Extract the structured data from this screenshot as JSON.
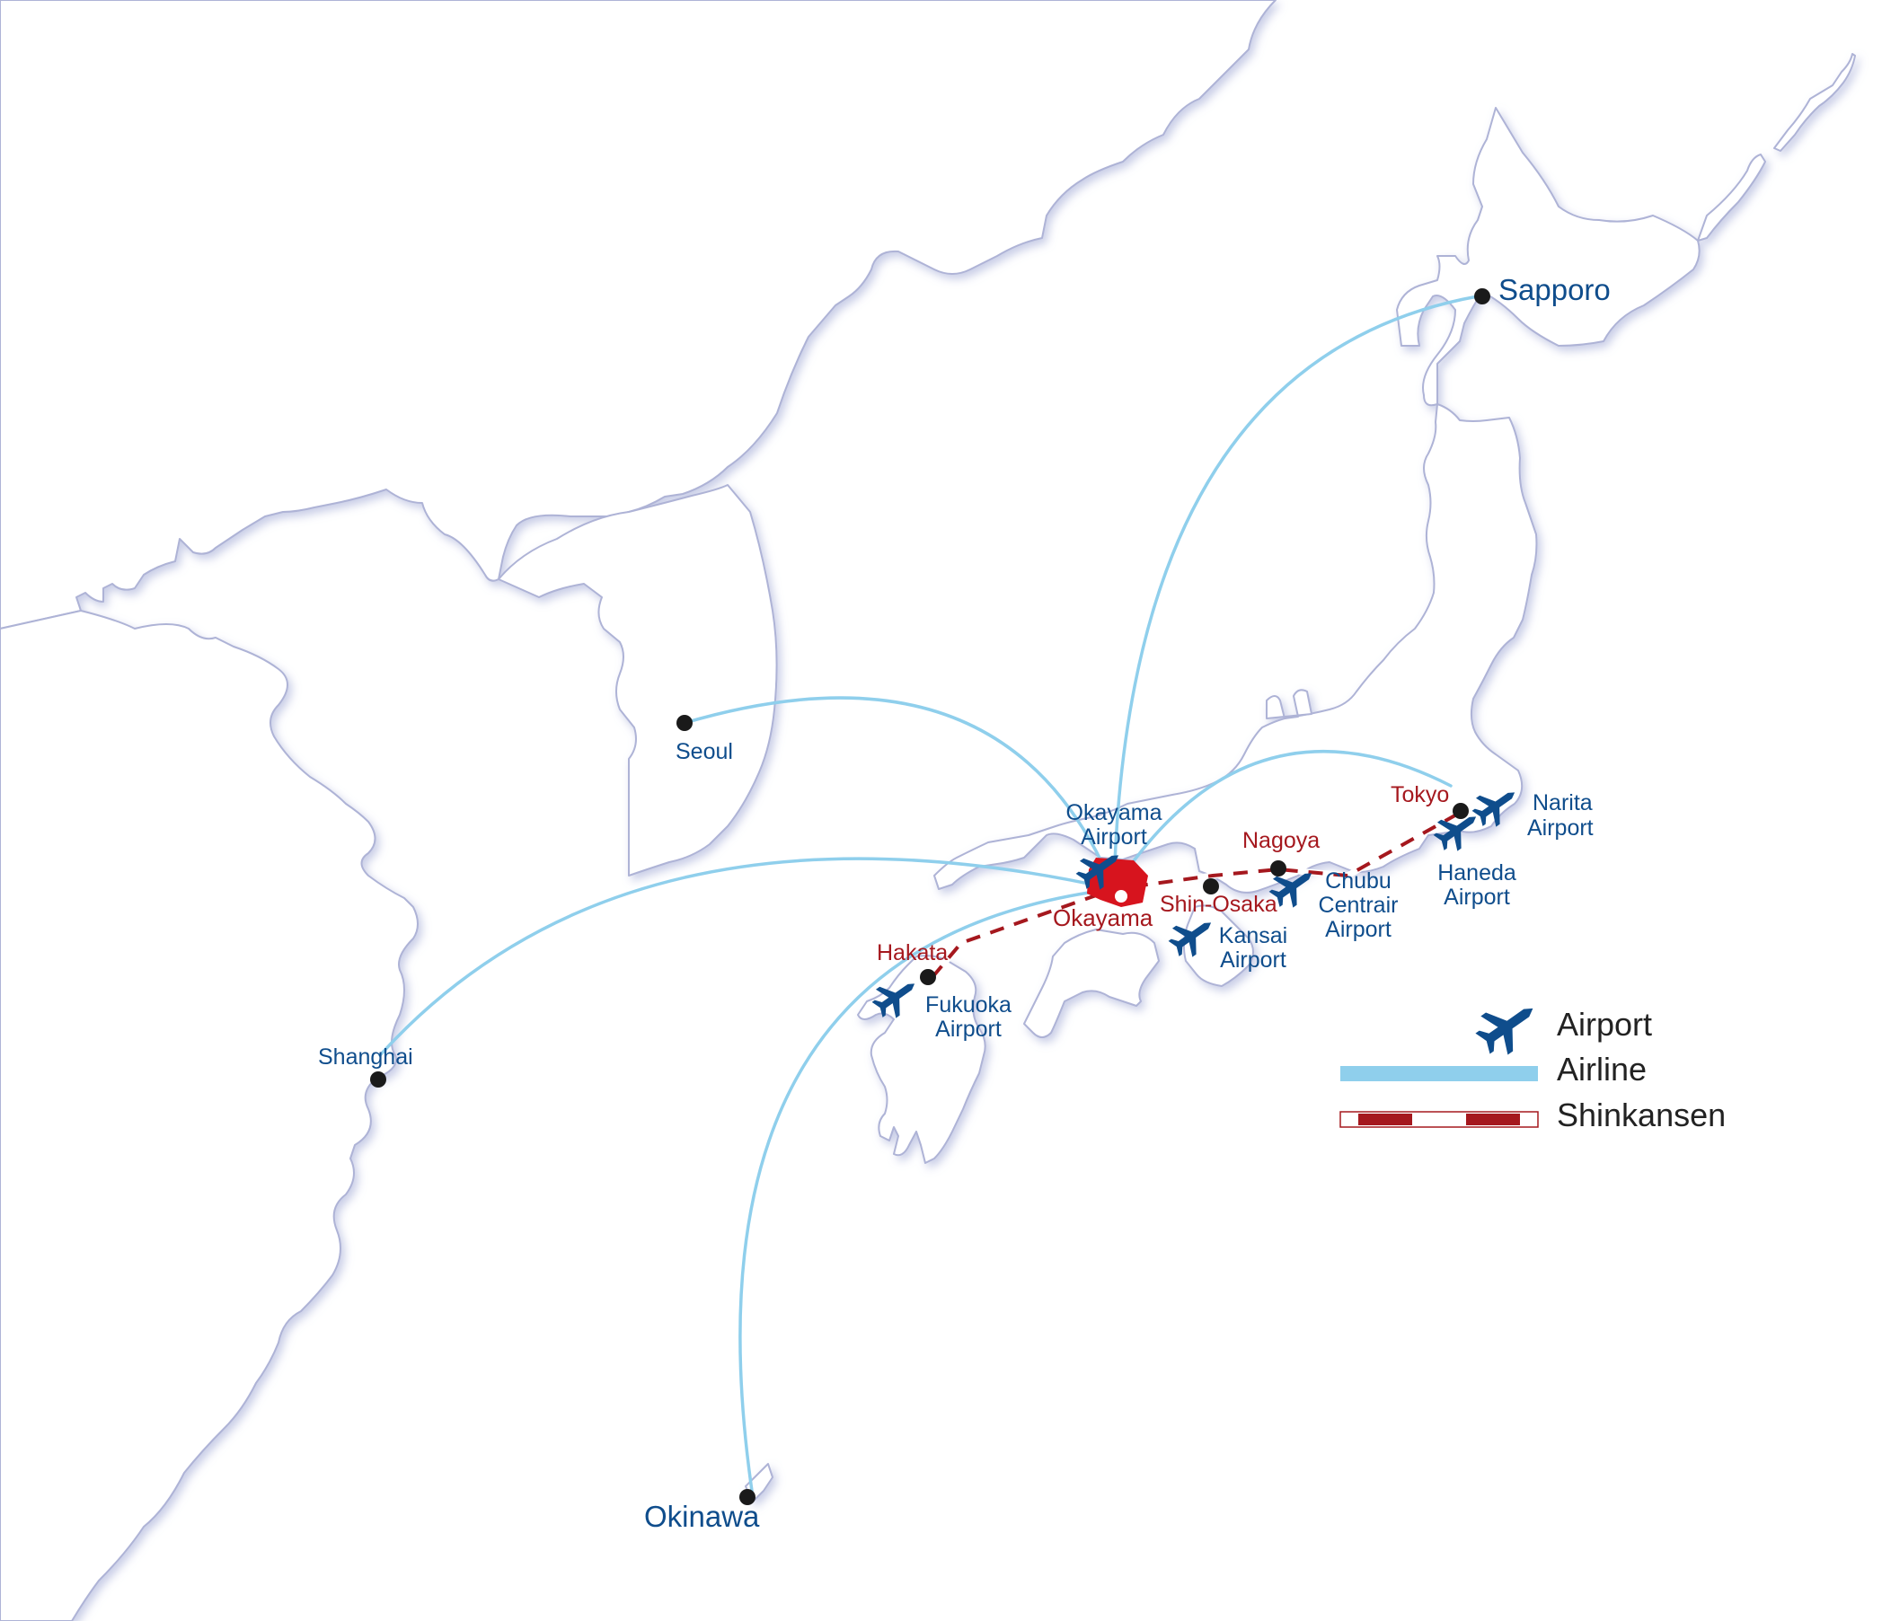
{
  "colors": {
    "airline": "#8fcfec",
    "shinkansen": "#a5181e",
    "label_blue": "#0f4d8c",
    "hub_red": "#d7141e",
    "land_stroke": "#aeb3d6"
  },
  "labels": {
    "sapporo": "Sapporo",
    "seoul": "Seoul",
    "shanghai": "Shanghai",
    "okinawa": "Okinawa",
    "okayama_airport_1": "Okayama",
    "okayama_airport_2": "Airport",
    "okayama": "Okayama",
    "tokyo": "Tokyo",
    "nagoya": "Nagoya",
    "shin_osaka": "Shin-Osaka",
    "hakata": "Hakata",
    "narita_1": "Narita",
    "narita_2": "Airport",
    "haneda_1": "Haneda",
    "haneda_2": "Airport",
    "chubu_1": "Chubu",
    "chubu_2": "Centrair",
    "chubu_3": "Airport",
    "kansai_1": "Kansai",
    "kansai_2": "Airport",
    "fukuoka_1": "Fukuoka",
    "fukuoka_2": "Airport"
  },
  "legend": {
    "airport": "Airport",
    "airline": "Airline",
    "shinkansen": "Shinkansen"
  },
  "icons": {
    "airport": "airplane-icon",
    "city": "city-dot-icon",
    "hub": "okayama-prefecture-icon"
  }
}
